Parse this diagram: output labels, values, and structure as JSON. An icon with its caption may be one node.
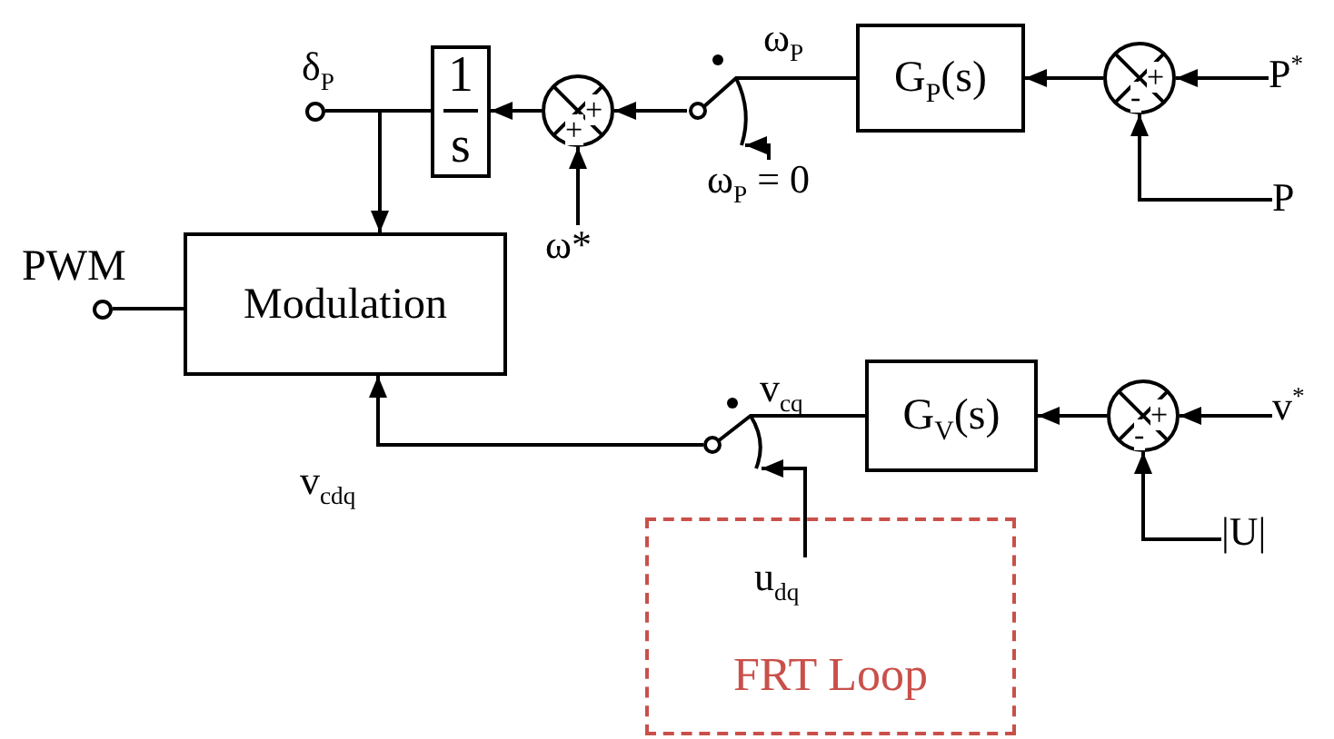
{
  "diagram": {
    "nodes": [
      {
        "text": [],
        "shape": "circle",
        "beside": [
          "δ$_{P}$"
        ]
      },
      {
        "text": [
          "1",
          "s"
        ]
      },
      {
        "text": [
          "+",
          "+"
        ]
      },
      {
        "text": [],
        "shape": "switch"
      },
      {
        "text": [
          "G$_{P}$(s)"
        ]
      },
      {
        "text": [
          "+",
          "-"
        ]
      },
      {
        "text": [
          "P$^{*}$"
        ]
      },
      {
        "text": [
          "P"
        ]
      },
      {
        "text": [
          "ω*"
        ]
      },
      {
        "text": [
          "ω$_{P}$ = 0"
        ]
      },
      {
        "text": [],
        "shape": "circle",
        "beside": [
          "PWM"
        ]
      },
      {
        "text": [
          "Modulation"
        ]
      },
      {
        "text": [],
        "shape": "switch"
      },
      {
        "text": [
          "G$_{V}$(s)"
        ]
      },
      {
        "text": [
          "+",
          "-"
        ]
      },
      {
        "text": [
          "v$^{*}$"
        ]
      },
      {
        "text": [
          "|U|"
        ]
      },
      {
        "text": [
          "FRT Loop"
        ]
      },
      {
        "text": [
          "u$_{dq}$"
        ],
        "in": 17
      }
    ],
    "edges": [
      {
        "from": 4,
        "to": 3,
        "arrow": "none",
        "label": "ω$_{P}$"
      },
      {
        "from": 3,
        "to": 2,
        "arrow": "to"
      },
      {
        "from": 8,
        "to": 2,
        "arrow": "to"
      },
      {
        "from": 2,
        "to": 1,
        "arrow": "to"
      },
      {
        "from": 1,
        "to": 0,
        "arrow": "none"
      },
      {
        "from": 1,
        "to": 11,
        "arrow": "to"
      },
      {
        "from": 9,
        "to": 3,
        "arrow": "to"
      },
      {
        "from": 6,
        "to": 5,
        "arrow": "to"
      },
      {
        "from": 7,
        "to": 5,
        "arrow": "to"
      },
      {
        "from": 5,
        "to": 4,
        "arrow": "to"
      },
      {
        "from": 11,
        "to": 10,
        "arrow": "none"
      },
      {
        "from": 15,
        "to": 14,
        "arrow": "to"
      },
      {
        "from": 16,
        "to": 14,
        "arrow": "to"
      },
      {
        "from": 14,
        "to": 13,
        "arrow": "to"
      },
      {
        "from": 13,
        "to": 12,
        "arrow": "none",
        "label": "v$_{cq}$"
      },
      {
        "from": 12,
        "to": 11,
        "arrow": "to",
        "label": "v$_{cdq}$"
      },
      {
        "from": 18,
        "to": 12,
        "arrow": "to"
      }
    ]
  }
}
